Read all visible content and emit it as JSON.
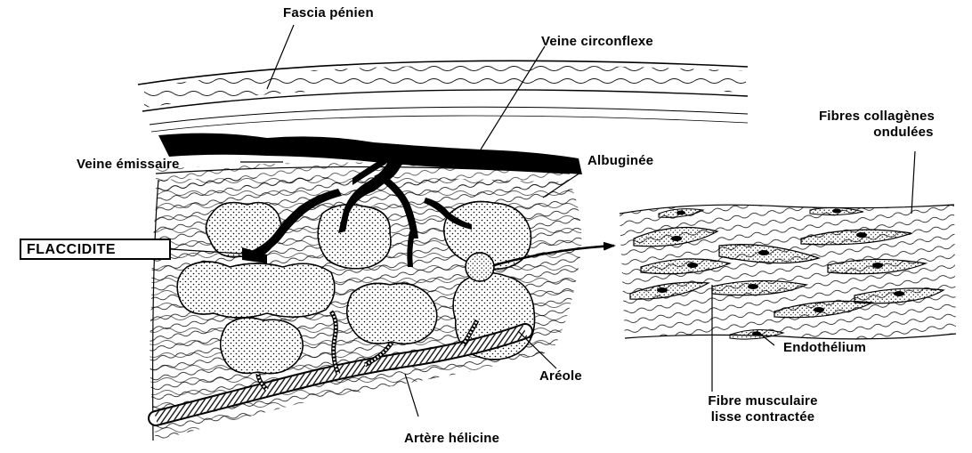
{
  "labels": {
    "fascia": "Fascia pénien",
    "veine_circonflexe": "Veine circonflexe",
    "veine_emissaire": "Veine émissaire",
    "albuginee": "Albuginée",
    "fibres_collagenes_1": "Fibres collagènes",
    "fibres_collagenes_2": "ondulées",
    "endothelium": "Endothélium",
    "areole": "Aréole",
    "fibre_musculaire_1": "Fibre musculaire",
    "fibre_musculaire_2": "lisse contractée",
    "artere_helicine": "Artère hélicine"
  },
  "state_box": {
    "label": "FLACCIDITE"
  }
}
